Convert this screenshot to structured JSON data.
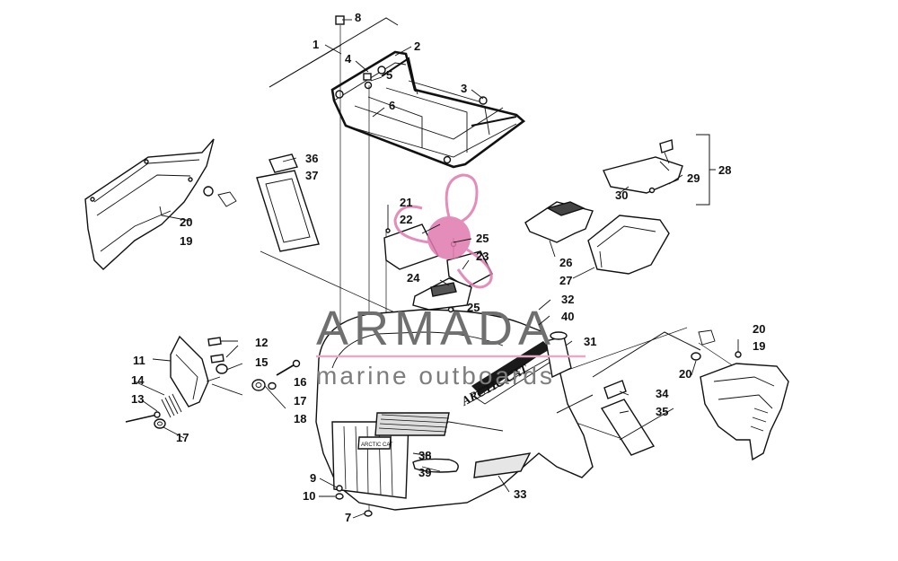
{
  "watermark": {
    "brand": "ARMADA",
    "tagline": "marine outboards",
    "accent_color": "#e8a8c6",
    "logo_color": "#e07ab0"
  },
  "decal_text": {
    "front_logo": "ARCTIC CAT",
    "small_plate": "ARCTIC CAT"
  },
  "callouts": [
    {
      "id": "c1",
      "text": "1"
    },
    {
      "id": "c2",
      "text": "2"
    },
    {
      "id": "c3",
      "text": "3"
    },
    {
      "id": "c4",
      "text": "4"
    },
    {
      "id": "c5",
      "text": "5"
    },
    {
      "id": "c6",
      "text": "6"
    },
    {
      "id": "c7",
      "text": "7"
    },
    {
      "id": "c8",
      "text": "8"
    },
    {
      "id": "c9",
      "text": "9"
    },
    {
      "id": "c10",
      "text": "10"
    },
    {
      "id": "c11",
      "text": "11"
    },
    {
      "id": "c12",
      "text": "12"
    },
    {
      "id": "c13",
      "text": "13"
    },
    {
      "id": "c14",
      "text": "14"
    },
    {
      "id": "c15",
      "text": "15"
    },
    {
      "id": "c16",
      "text": "16"
    },
    {
      "id": "c17a",
      "text": "17"
    },
    {
      "id": "c17b",
      "text": "17"
    },
    {
      "id": "c18",
      "text": "18"
    },
    {
      "id": "c19a",
      "text": "19"
    },
    {
      "id": "c19b",
      "text": "19"
    },
    {
      "id": "c20a",
      "text": "20"
    },
    {
      "id": "c20b",
      "text": "20"
    },
    {
      "id": "c20c",
      "text": "20"
    },
    {
      "id": "c21",
      "text": "21"
    },
    {
      "id": "c22",
      "text": "22"
    },
    {
      "id": "c23",
      "text": "23"
    },
    {
      "id": "c24",
      "text": "24"
    },
    {
      "id": "c25a",
      "text": "25"
    },
    {
      "id": "c25b",
      "text": "25"
    },
    {
      "id": "c26",
      "text": "26"
    },
    {
      "id": "c27",
      "text": "27"
    },
    {
      "id": "c28",
      "text": "28"
    },
    {
      "id": "c29",
      "text": "29"
    },
    {
      "id": "c30",
      "text": "30"
    },
    {
      "id": "c31",
      "text": "31"
    },
    {
      "id": "c32",
      "text": "32"
    },
    {
      "id": "c33",
      "text": "33"
    },
    {
      "id": "c34",
      "text": "34"
    },
    {
      "id": "c35",
      "text": "35"
    },
    {
      "id": "c36",
      "text": "36"
    },
    {
      "id": "c37",
      "text": "37"
    },
    {
      "id": "c38",
      "text": "38"
    },
    {
      "id": "c39",
      "text": "39"
    },
    {
      "id": "c40",
      "text": "40"
    }
  ]
}
